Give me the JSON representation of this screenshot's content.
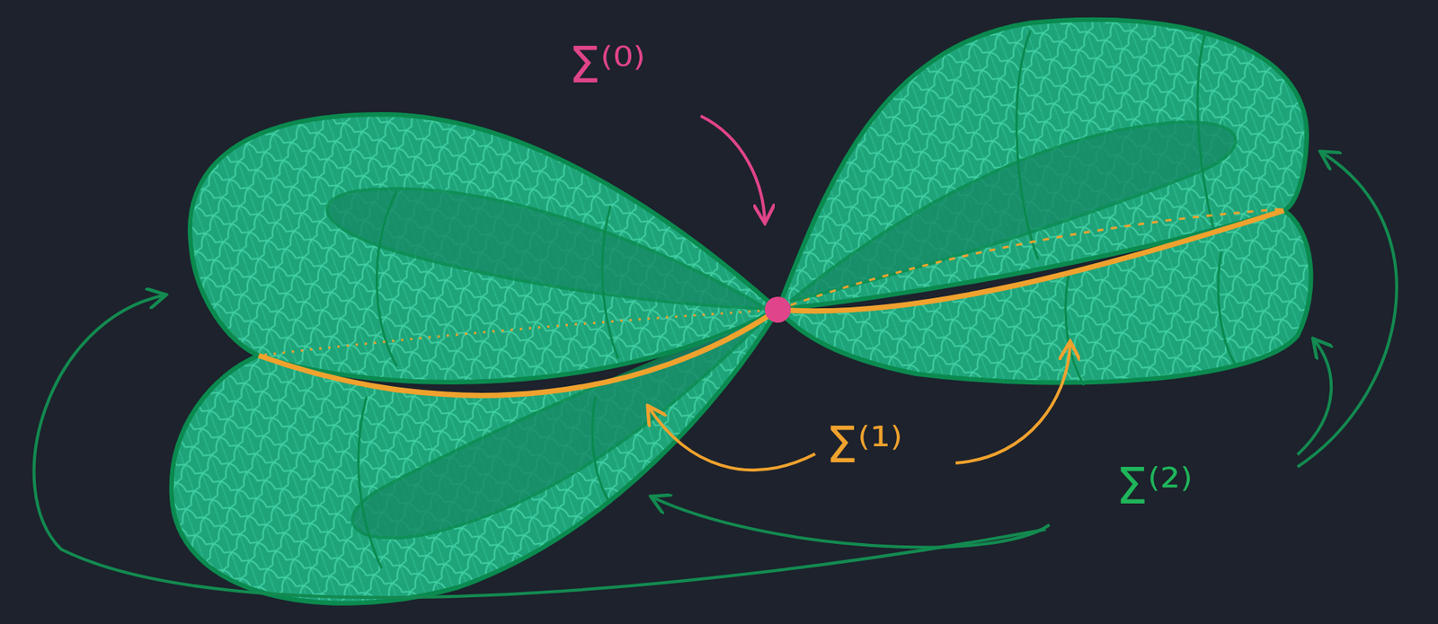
{
  "diagram": {
    "labels": [
      "Σ⁽⁰⁾",
      "Σ⁽¹⁾",
      "Σ⁽²⁾"
    ]
  }
}
